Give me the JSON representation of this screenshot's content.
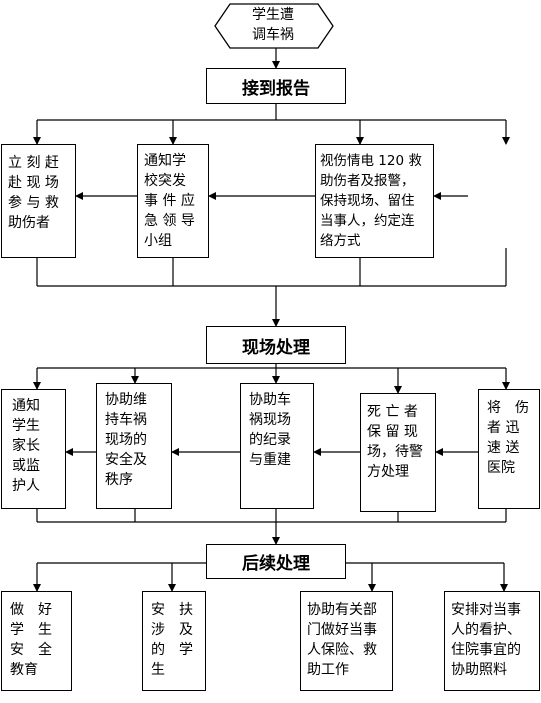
{
  "start": {
    "line1": "学生遭",
    "line2": "调车祸"
  },
  "sections": {
    "receive": "接到报告",
    "onsite": "现场处理",
    "followup": "后续处理"
  },
  "receive_boxes": [
    {
      "text": "立 刻 赶\n赴 现 场\n参 与 救\n助伤者"
    },
    {
      "text": "通知学\n校突发\n事 件 应\n急 领 导\n小组"
    },
    {
      "text": "视伤情电 120 救\n助伤者及报警，\n保持现场、留住\n当事人，约定连\n络方式"
    }
  ],
  "onsite_boxes": [
    {
      "text": "通知\n学生\n家长\n或监\n护人"
    },
    {
      "text": "协助维\n持车祸\n现场的\n安全及\n秩序"
    },
    {
      "text": "协助车\n祸现场\n的纪录\n与重建"
    },
    {
      "text": "死 亡 者\n保 留 现\n场，待警\n方处理"
    },
    {
      "text": "将　伤\n者 迅\n速 送\n医院"
    }
  ],
  "followup_boxes": [
    {
      "text": "做　好\n学　生\n安　全\n教育"
    },
    {
      "text": "安　扶\n涉　及\n的　学\n生"
    },
    {
      "text": "协助有关部\n门做好当事\n人保险、救\n助工作"
    },
    {
      "text": "安排对当事\n人的看护、\n住院事宜的\n协助照料"
    }
  ]
}
